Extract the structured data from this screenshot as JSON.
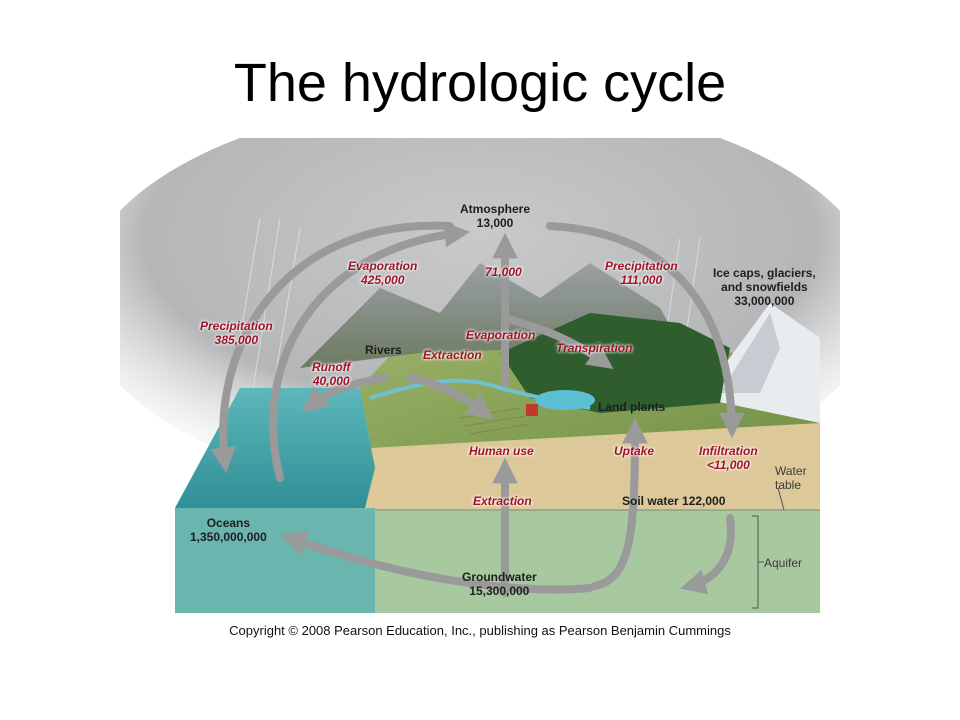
{
  "slide": {
    "title": "The hydrologic cycle"
  },
  "labels": {
    "atmosphere": {
      "name": "Atmosphere",
      "value": "13,000"
    },
    "evaporation_ocean": {
      "name": "Evaporation",
      "value": "425,000"
    },
    "precip_ocean": {
      "name": "Precipitation",
      "value": "385,000"
    },
    "flux_71000": "71,000",
    "precip_land": {
      "name": "Precipitation",
      "value": "111,000"
    },
    "ice_caps": {
      "line1": "Ice caps, glaciers,",
      "line2": "and snowfields",
      "value": "33,000,000"
    },
    "rivers": "Rivers",
    "evaporation_land": "Evaporation",
    "extraction_rivers": "Extraction",
    "transpiration": "Transpiration",
    "runoff": {
      "name": "Runoff",
      "value": "40,000"
    },
    "land_plants": "Land plants",
    "human_use": "Human use",
    "uptake": "Uptake",
    "infiltration": {
      "name": "Infiltration",
      "value": "<11,000"
    },
    "water_table": {
      "line1": "Water",
      "line2": "table"
    },
    "extraction_ground": "Extraction",
    "soil_water": "Soil water 122,000",
    "oceans": {
      "name": "Oceans",
      "value": "1,350,000,000"
    },
    "groundwater": {
      "name": "Groundwater",
      "value": "15,300,000"
    },
    "aquifer": "Aquifer"
  },
  "colors": {
    "flux_label": "#a0142a",
    "reservoir_label": "#1e1e1e",
    "arrow": "#9a9a9a",
    "ocean": "#3aa3a8",
    "aquifer": "#a8c8a0",
    "soil": "#ddc89a",
    "forest": "#2f5d2e"
  },
  "copyright": "Copyright © 2008 Pearson Education, Inc., publishing as Pearson Benjamin Cummings"
}
